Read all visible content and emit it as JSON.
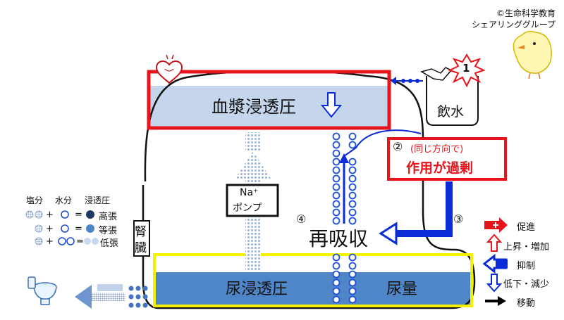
{
  "copyright": {
    "line1": "©生命科学教育",
    "line2": "シェアリンググループ"
  },
  "labels": {
    "plasma_osmolarity": "血漿浸透圧",
    "urine_osmolarity": "尿浸透圧",
    "urine_volume": "尿量",
    "drinking_water": "飲水",
    "reabsorption": "再吸収",
    "kidney_line1": "腎",
    "kidney_line2": "臓",
    "pump_line1": "Na⁺",
    "pump_line2": "ポンプ",
    "synergy_line1": "(同じ方向で)",
    "synergy_line2": "作用が過剰"
  },
  "step_numbers": {
    "s1": "1",
    "s2": "②",
    "s3": "③",
    "s4": "④"
  },
  "osmolarity_legend": {
    "header_salt": "塩分",
    "header_water": "水分",
    "header_osm": "浸透圧",
    "plus": "+",
    "equals": "=",
    "rows": [
      {
        "label": "高張"
      },
      {
        "label": "等張"
      },
      {
        "label": "低張"
      }
    ]
  },
  "arrow_legend": {
    "items": [
      {
        "label": "促進"
      },
      {
        "label": "上昇・増加"
      },
      {
        "label": "抑制"
      },
      {
        "label": "低下・減少"
      },
      {
        "label": "移動"
      }
    ]
  },
  "colors": {
    "red_box": "#e8141c",
    "yellow_box": "#f2f200",
    "plasma_fill": "#c5d6ec",
    "urine_fill": "#4f86c8",
    "blue_arrow": "#0a2cd6",
    "dot_blue": "#4472c4",
    "navy": "#1f3864"
  }
}
